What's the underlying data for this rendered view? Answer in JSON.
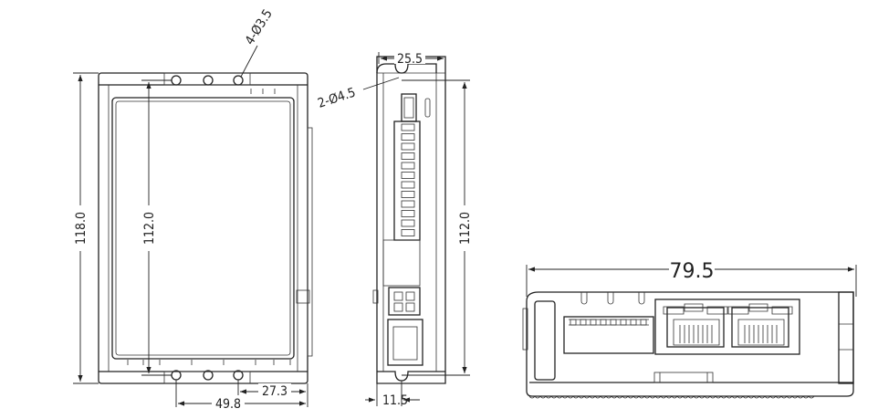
{
  "drawing": {
    "front_view": {
      "hole_callout": "4-Ø3.5",
      "overall_height": "118.0",
      "hole_pitch_vertical": "112.0",
      "hole_offset_horizontal": "27.3",
      "overall_hole_width": "49.8"
    },
    "side_view": {
      "width": "25.5",
      "hole_callout": "2-Ø4.5",
      "hole_pitch_vertical": "112.0",
      "hole_offset": "11.5"
    },
    "bottom_view": {
      "length": "79.5"
    }
  }
}
